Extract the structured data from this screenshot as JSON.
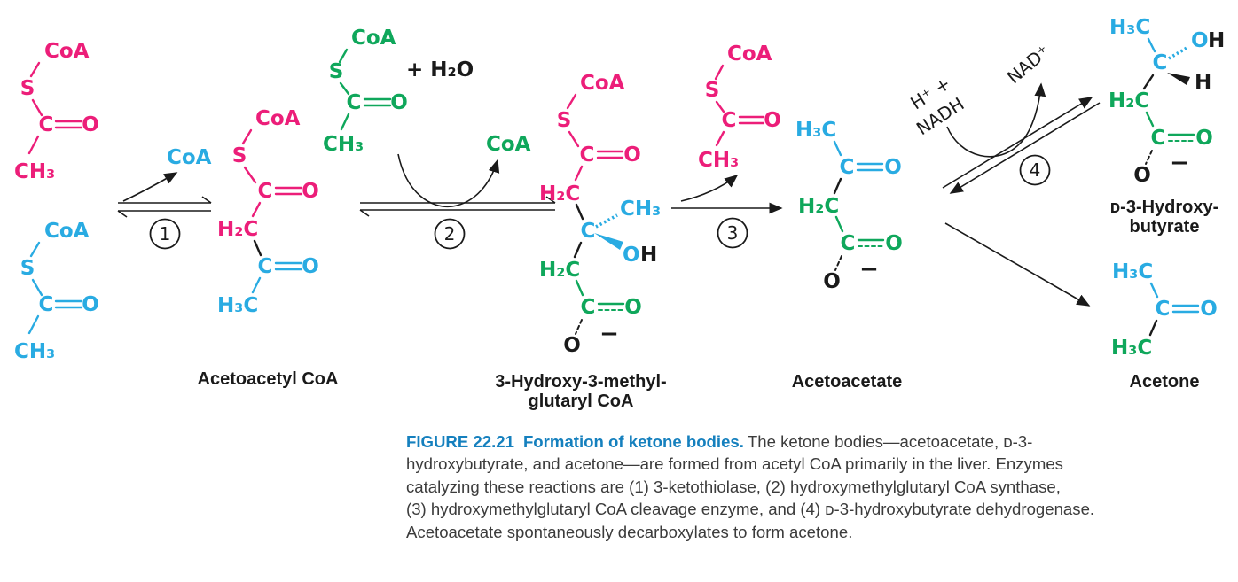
{
  "palette": {
    "pink": "#EC1E79",
    "cyan": "#29ABE2",
    "green": "#0FA75B",
    "black": "#1A1A1A",
    "caption_blue": "#1580BE",
    "caption_text": "#3B3B3B"
  },
  "molecules": {
    "acetyl_coa_a": {
      "coa": "CoA",
      "s": "S",
      "c": "C",
      "o": "O",
      "ch3": "CH₃"
    },
    "acetyl_coa_b": {
      "coa": "CoA",
      "s": "S",
      "c": "C",
      "o": "O",
      "ch3": "CH₃"
    },
    "acetoacetyl_coa": {
      "coa": "CoA",
      "s": "S",
      "c1": "C",
      "o1": "O",
      "h2c": "H₂C",
      "c2": "C",
      "o2": "O",
      "h3c": "H₃C",
      "label": "Acetoacetyl CoA"
    },
    "acetyl_coa_green": {
      "coa": "CoA",
      "s": "S",
      "c": "C",
      "o": "O",
      "ch3": "CH₃",
      "plus_h2o": "+  H₂O"
    },
    "hmg_coa": {
      "coa": "CoA",
      "s": "S",
      "c1": "C",
      "o1": "O",
      "h2c_top": "H₂C",
      "c_center": "C",
      "ch3": "CH₃",
      "oh_o": "O",
      "oh_h": "H",
      "h2c_bottom": "H₂C",
      "c2": "C",
      "o2": "O",
      "o_minus": "O",
      "minus": "−",
      "label_line1": "3-Hydroxy-3-methyl-",
      "label_line2": "glutaryl CoA"
    },
    "acetyl_coa_leaving": {
      "coa": "CoA",
      "s": "S",
      "c": "C",
      "o": "O",
      "ch3": "CH₃"
    },
    "acetoacetate": {
      "h3c": "H₃C",
      "c1": "C",
      "o1": "O",
      "h2c": "H₂C",
      "c2": "C",
      "o2": "O",
      "o_minus": "O",
      "minus": "−",
      "label": "Acetoacetate"
    },
    "hydroxybutyrate": {
      "h3c": "H₃C",
      "c_center": "C",
      "oh_o": "O",
      "oh_h": "H",
      "h": "H",
      "h2c": "H₂C",
      "c2": "C",
      "o2": "O",
      "o_minus": "O",
      "minus": "−",
      "label_line1": "ᴅ-3-Hydroxy-",
      "label_line2": "butyrate"
    },
    "acetone": {
      "h3c_top": "H₃C",
      "c": "C",
      "o": "O",
      "h3c_bottom": "H₃C",
      "label": "Acetone"
    }
  },
  "reactions": {
    "r1": {
      "step": "1",
      "released": "CoA"
    },
    "r2": {
      "step": "2",
      "released": "CoA"
    },
    "r3": {
      "step": "3"
    },
    "r4": {
      "step": "4",
      "input_line1": "H⁺ +",
      "input_line2": "NADH",
      "output": "NAD⁺"
    }
  },
  "caption": {
    "heading": "FIGURE 22.21",
    "title": "Formation of ketone bodies.",
    "line1_rest": "The ketone bodies—acetoacetate, ᴅ-3-",
    "line2": "hydroxybutyrate, and acetone—are formed from acetyl CoA primarily in the liver. Enzymes",
    "line3": "catalyzing these reactions are (1) 3-ketothiolase, (2) hydroxymethylglutaryl CoA synthase,",
    "line4": "(3) hydroxymethylglutaryl CoA cleavage enzyme, and (4) ᴅ-3-hydroxybutyrate dehydrogenase.",
    "line5": "Acetoacetate spontaneously decarboxylates to form acetone."
  }
}
